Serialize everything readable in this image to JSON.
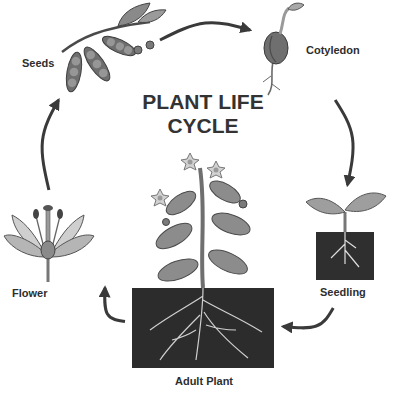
{
  "diagram": {
    "title": "PLANT LIFE CYCLE",
    "nodes": [
      {
        "text": [
          "Seeds"
        ]
      },
      {
        "text": [
          "Cotyledon"
        ]
      },
      {
        "text": [
          "Seedling"
        ]
      },
      {
        "text": [
          "Adult Plant"
        ]
      },
      {
        "text": [
          "Flower"
        ]
      }
    ],
    "edges": [
      {
        "from": 0,
        "to": 1,
        "arrow": "to"
      },
      {
        "from": 1,
        "to": 2,
        "arrow": "to"
      },
      {
        "from": 2,
        "to": 3,
        "arrow": "to"
      },
      {
        "from": 3,
        "to": 4,
        "arrow": "to"
      },
      {
        "from": 4,
        "to": 0,
        "arrow": "to"
      }
    ]
  }
}
